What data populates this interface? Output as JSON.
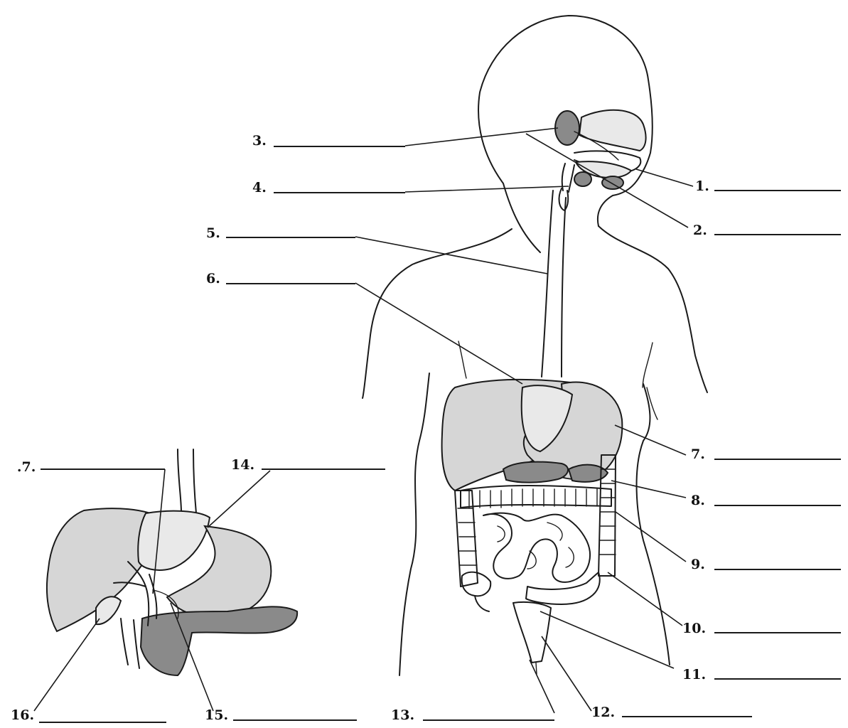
{
  "labels": {
    "l1": "1.",
    "l2": "2.",
    "l3": "3.",
    "l4": "4.",
    "l5": "5.",
    "l6": "6.",
    "l7": "7.",
    "l8": "8.",
    "l9": "9.",
    "l10": "10.",
    "l11": "11.",
    "l12": "12.",
    "l13": "13.",
    "l14": "14.",
    "l15": "15.",
    "l16": "16.",
    "l17": " .7."
  }
}
